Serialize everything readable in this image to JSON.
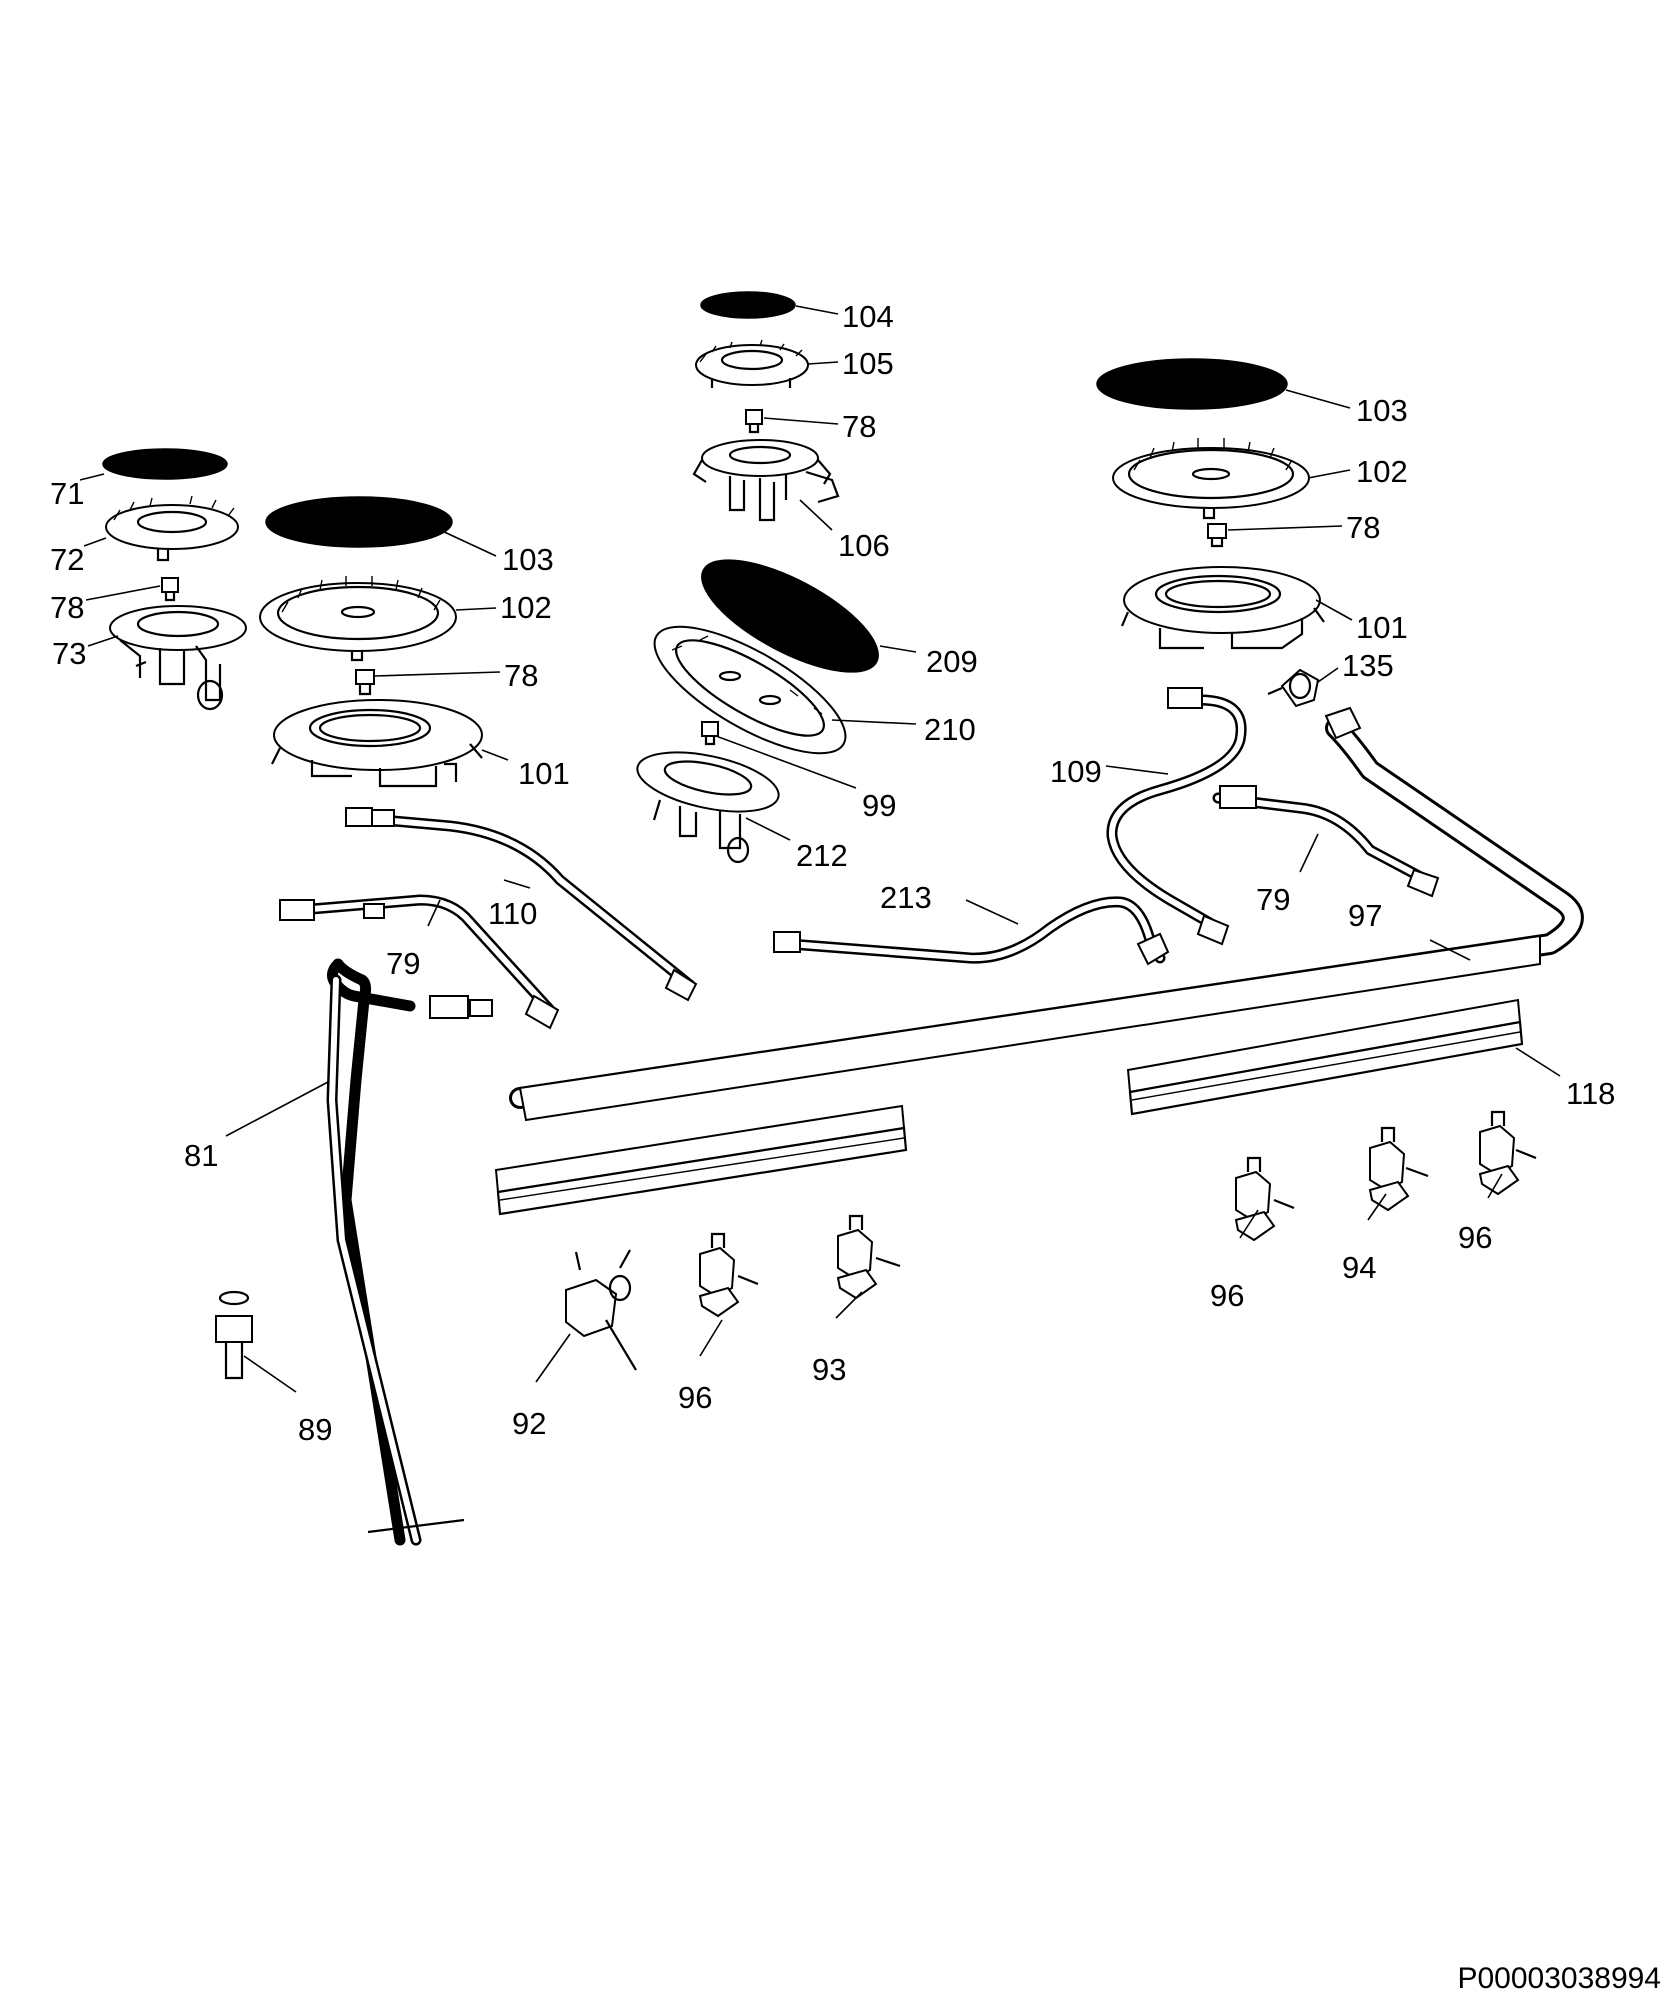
{
  "doc_code": "P00003038994",
  "callouts": [
    {
      "id": "c104",
      "text": "104"
    },
    {
      "id": "c105",
      "text": "105"
    },
    {
      "id": "c78a",
      "text": "78"
    },
    {
      "id": "c106",
      "text": "106"
    },
    {
      "id": "c103r",
      "text": "103"
    },
    {
      "id": "c102r",
      "text": "102"
    },
    {
      "id": "c78r",
      "text": "78"
    },
    {
      "id": "c101r",
      "text": "101"
    },
    {
      "id": "c135",
      "text": "135"
    },
    {
      "id": "c71",
      "text": "71"
    },
    {
      "id": "c72",
      "text": "72"
    },
    {
      "id": "c78l",
      "text": "78"
    },
    {
      "id": "c73",
      "text": "73"
    },
    {
      "id": "c103l",
      "text": "103"
    },
    {
      "id": "c102l",
      "text": "102"
    },
    {
      "id": "c78m",
      "text": "78"
    },
    {
      "id": "c101l",
      "text": "101"
    },
    {
      "id": "c209",
      "text": "209"
    },
    {
      "id": "c210",
      "text": "210"
    },
    {
      "id": "c99",
      "text": "99"
    },
    {
      "id": "c212",
      "text": "212"
    },
    {
      "id": "c109",
      "text": "109"
    },
    {
      "id": "c79r",
      "text": "79"
    },
    {
      "id": "c97",
      "text": "97"
    },
    {
      "id": "c110",
      "text": "110"
    },
    {
      "id": "c79l",
      "text": "79"
    },
    {
      "id": "c213",
      "text": "213"
    },
    {
      "id": "c118",
      "text": "118"
    },
    {
      "id": "c81",
      "text": "81"
    },
    {
      "id": "c96r1",
      "text": "96"
    },
    {
      "id": "c94",
      "text": "94"
    },
    {
      "id": "c96r2",
      "text": "96"
    },
    {
      "id": "c89",
      "text": "89"
    },
    {
      "id": "c92",
      "text": "92"
    },
    {
      "id": "c96m",
      "text": "96"
    },
    {
      "id": "c93",
      "text": "93"
    }
  ]
}
